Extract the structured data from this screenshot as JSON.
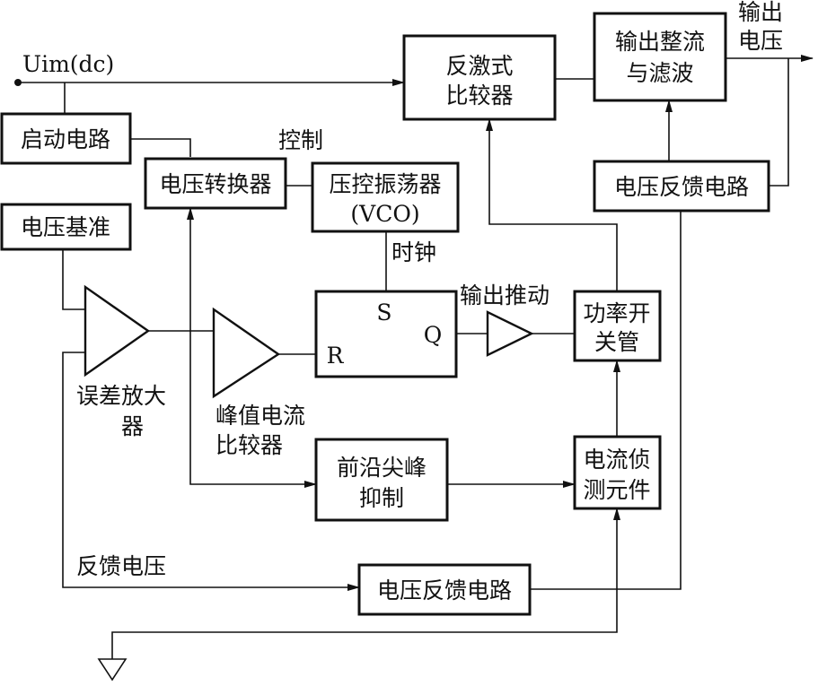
{
  "input_label": "Uim(dc)",
  "output_label": [
    "输出",
    "电压"
  ],
  "blocks": {
    "startup": "启动电路",
    "voltage_converter": "电压转换器",
    "voltage_reference": "电压基准",
    "vco": [
      "压控振荡器",
      "(VCO)"
    ],
    "flyback_comparator": [
      "反激式",
      "比较器"
    ],
    "rectifier_filter": [
      "输出整流",
      "与滤波"
    ],
    "voltage_feedback_top": "电压反馈电路",
    "power_switch": [
      "功率开",
      "关管"
    ],
    "leading_edge": [
      "前沿尖峰",
      "抑制"
    ],
    "current_sense": [
      "电流侦",
      "测元件"
    ],
    "voltage_feedback_bottom": "电压反馈电路",
    "flipflop": {
      "s": "S",
      "q": "Q",
      "r": "R"
    }
  },
  "labels": {
    "control": "控制",
    "clock": "时钟",
    "output_drive": "输出推动",
    "error_amp": [
      "误差放大",
      "器"
    ],
    "peak_comparator": [
      "峰值电流",
      "比较器"
    ],
    "feedback_voltage": "反馈电压"
  }
}
